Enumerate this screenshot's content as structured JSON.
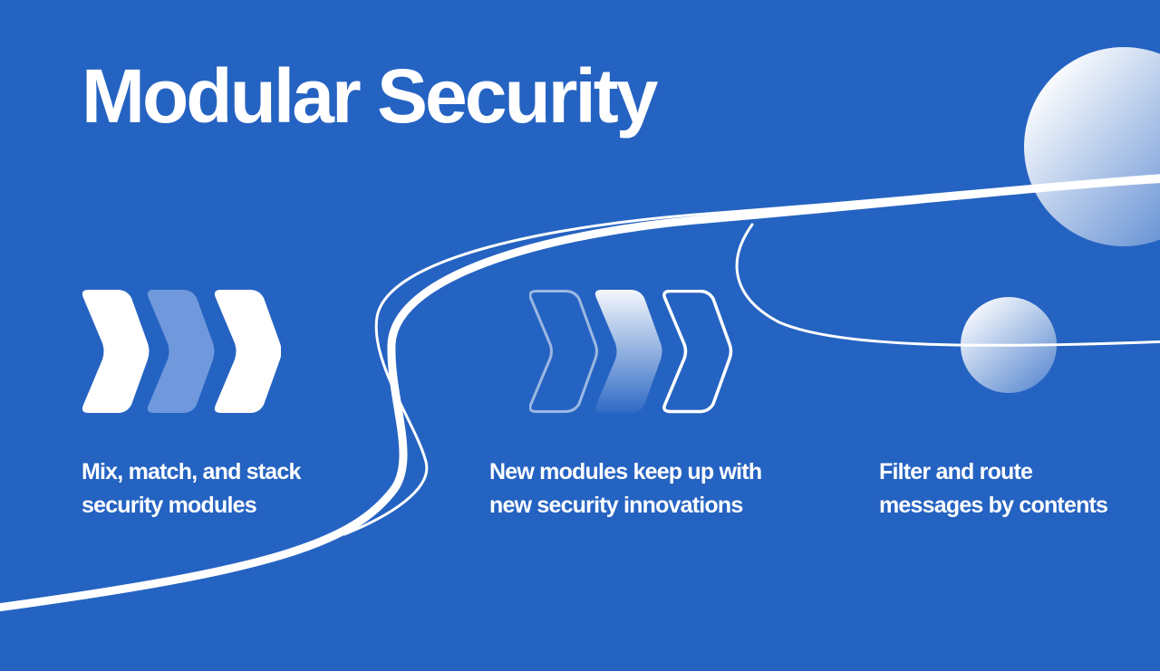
{
  "title": "Modular Security",
  "features": [
    {
      "icon": "solid-chevrons-icon",
      "lines": [
        "Mix, match, and stack",
        "security modules"
      ]
    },
    {
      "icon": "outline-chevrons-icon",
      "lines": [
        "New modules keep up with",
        "new security innovations"
      ]
    },
    {
      "icon": "orbit-spheres-icon",
      "lines": [
        "Filter and route",
        "messages by contents"
      ]
    }
  ],
  "colors": {
    "background": "#2563c2",
    "foreground": "#ffffff",
    "chevron_mid": "#6f99dc"
  }
}
